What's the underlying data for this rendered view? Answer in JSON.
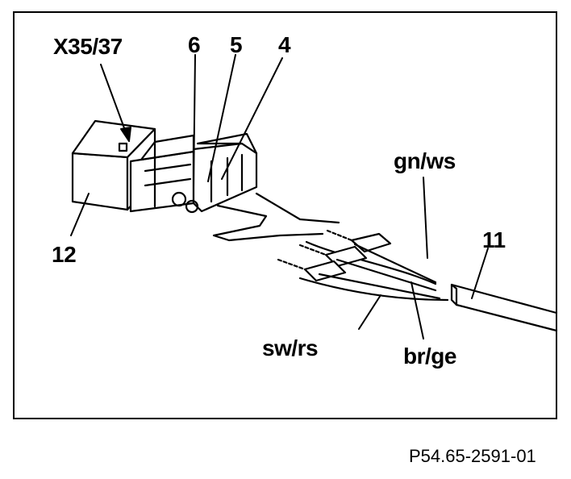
{
  "callouts": {
    "connector": "X35/37",
    "pin6": "6",
    "pin5": "5",
    "pin4": "4",
    "housing": "12",
    "wire_gn_ws": "gn/ws",
    "cable": "11",
    "wire_sw_rs": "sw/rs",
    "wire_br_ge": "br/ge"
  },
  "figure_ref": "P54.65-2591-01"
}
